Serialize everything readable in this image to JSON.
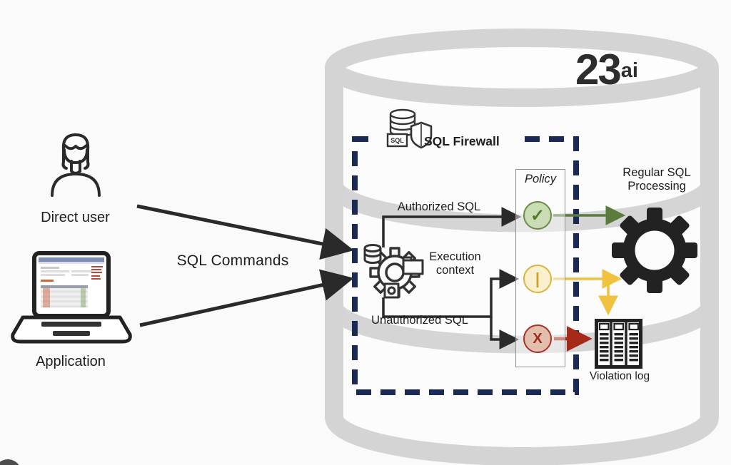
{
  "database": {
    "version_number": "23",
    "version_suffix": "ai"
  },
  "sources": [
    {
      "label": "Direct user",
      "icon": "person-icon"
    },
    {
      "label": "Application",
      "icon": "laptop-icon"
    }
  ],
  "flow": {
    "commands_label": "SQL Commands"
  },
  "firewall": {
    "title": "SQL Firewall",
    "icon_tag": "SQL",
    "authorized_label": "Authorized SQL",
    "unauthorized_label": "Unauthorized SQL",
    "execution_context_line1": "Execution",
    "execution_context_line2": "context"
  },
  "policy": {
    "title": "Policy",
    "outcomes": [
      {
        "name": "allow",
        "symbol": "✓"
      },
      {
        "name": "monitor",
        "symbol": "|"
      },
      {
        "name": "block",
        "symbol": "X"
      }
    ]
  },
  "processing": {
    "line1": "Regular SQL",
    "line2": "Processing"
  },
  "violation_log": {
    "label": "Violation log"
  },
  "colors": {
    "background": "#fafafa",
    "cylinder_gray": "#d4d4d4",
    "firewall_dash_navy": "#1b2a55",
    "line_black": "#2a2a2a",
    "allow_fill": "#c9dcb4",
    "allow_border": "#6b8a4a",
    "allow_arrow": "#5a7d3e",
    "monitor_fill": "#faf0cd",
    "monitor_border": "#d9b53c",
    "monitor_arrow": "#f0c23f",
    "block_fill": "#e2bead",
    "block_border": "#a83226",
    "block_arrow": "#a52a1a"
  }
}
